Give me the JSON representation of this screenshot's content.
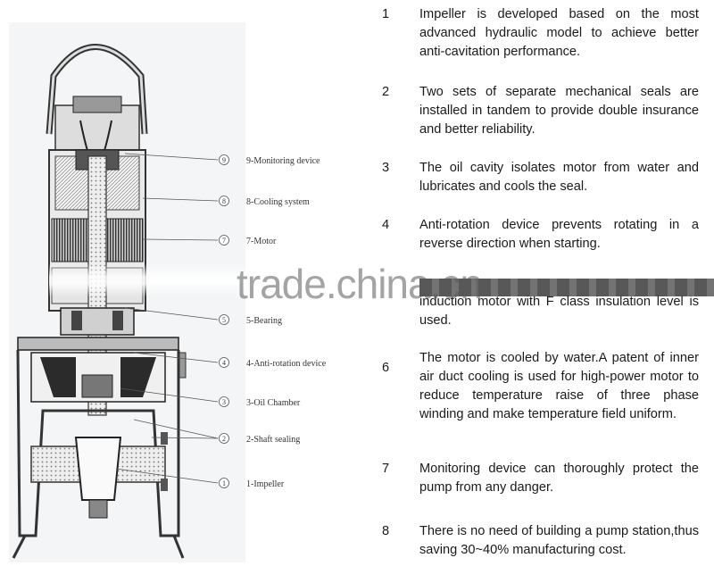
{
  "labels": [
    {
      "num": "9",
      "text": "9-Monitoring device"
    },
    {
      "num": "8",
      "text": "8-Cooling system"
    },
    {
      "num": "7",
      "text": "7-Motor"
    },
    {
      "num": "5",
      "text": "5-Bearing"
    },
    {
      "num": "4",
      "text": "4-Anti-rotation device"
    },
    {
      "num": "3",
      "text": "3-Oil Chamber"
    },
    {
      "num": "2",
      "text": "2-Shaft sealing"
    },
    {
      "num": "1",
      "text": "1-Impeller"
    }
  ],
  "features": [
    {
      "num": "1",
      "text": "Impeller is developed based on the most advanced hydraulic model to achieve better anti-cavitation performance."
    },
    {
      "num": "2",
      "text": "Two sets of separate mechanical seals are installed in tandem to provide double insurance and better reliability."
    },
    {
      "num": "3",
      "text": "The oil cavity isolates motor from water and lubricates and cools the seal."
    },
    {
      "num": "4",
      "text": "Anti-rotation device prevents rotating in a reverse direction when starting."
    },
    {
      "num": "",
      "text": "induction motor with F class insulation level is used."
    },
    {
      "num": "6",
      "text": "The motor is cooled by water.A patent of inner air duct cooling is used for high-power motor to reduce temperature raise of three phase winding and make temperature field uniform."
    },
    {
      "num": "7",
      "text": "Monitoring device can thoroughly protect the pump from any danger."
    },
    {
      "num": "8",
      "text": "There is no need of building a pump station,thus saving 30~40% manufacturing cost."
    }
  ],
  "watermark": "trade.china.cn"
}
